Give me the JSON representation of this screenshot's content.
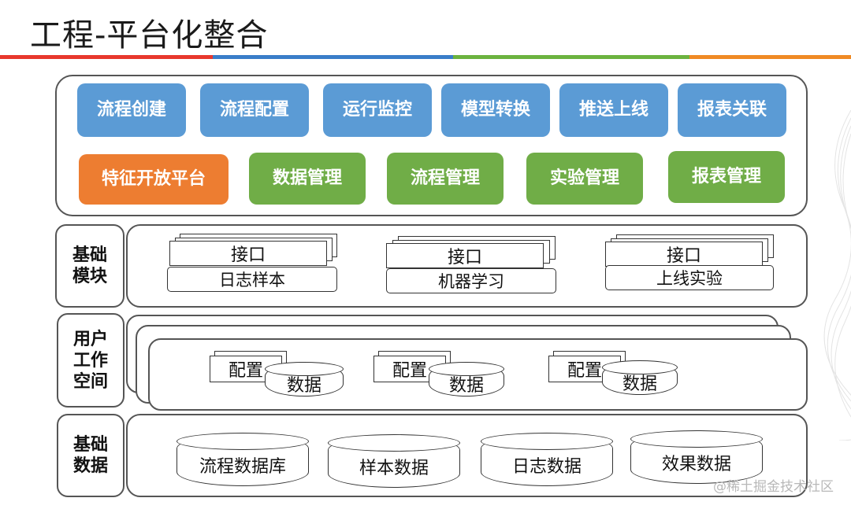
{
  "title": "工程-平台化整合",
  "stripe_colors": [
    "#e8382d",
    "#3a7dc9",
    "#6cb33f",
    "#f08a24"
  ],
  "top_layer": {
    "row1": [
      "流程创建",
      "流程配置",
      "运行监控",
      "模型转换",
      "推送上线",
      "报表关联"
    ],
    "row2_orange": "特征开放平台",
    "row2_green": [
      "数据管理",
      "流程管理",
      "实验管理",
      "报表管理"
    ]
  },
  "basic_module": {
    "label": "基础模块",
    "groups": [
      {
        "front": "接口",
        "bottom": "日志样本"
      },
      {
        "front": "接口",
        "bottom": "机器学习"
      },
      {
        "front": "接口",
        "bottom": "上线实验"
      }
    ]
  },
  "user_workspace": {
    "label": "用户工作空间",
    "groups": [
      {
        "doc": "配置",
        "db": "数据"
      },
      {
        "doc": "配置",
        "db": "数据"
      },
      {
        "doc": "配置",
        "db": "数据"
      }
    ]
  },
  "basic_data": {
    "label": "基础数据",
    "stores": [
      "流程数据库",
      "样本数据",
      "日志数据",
      "效果数据"
    ]
  },
  "watermark": "@稀土掘金技术社区",
  "colors": {
    "blue": "#5b9bd5",
    "green": "#70ad47",
    "orange": "#ed7d31"
  }
}
